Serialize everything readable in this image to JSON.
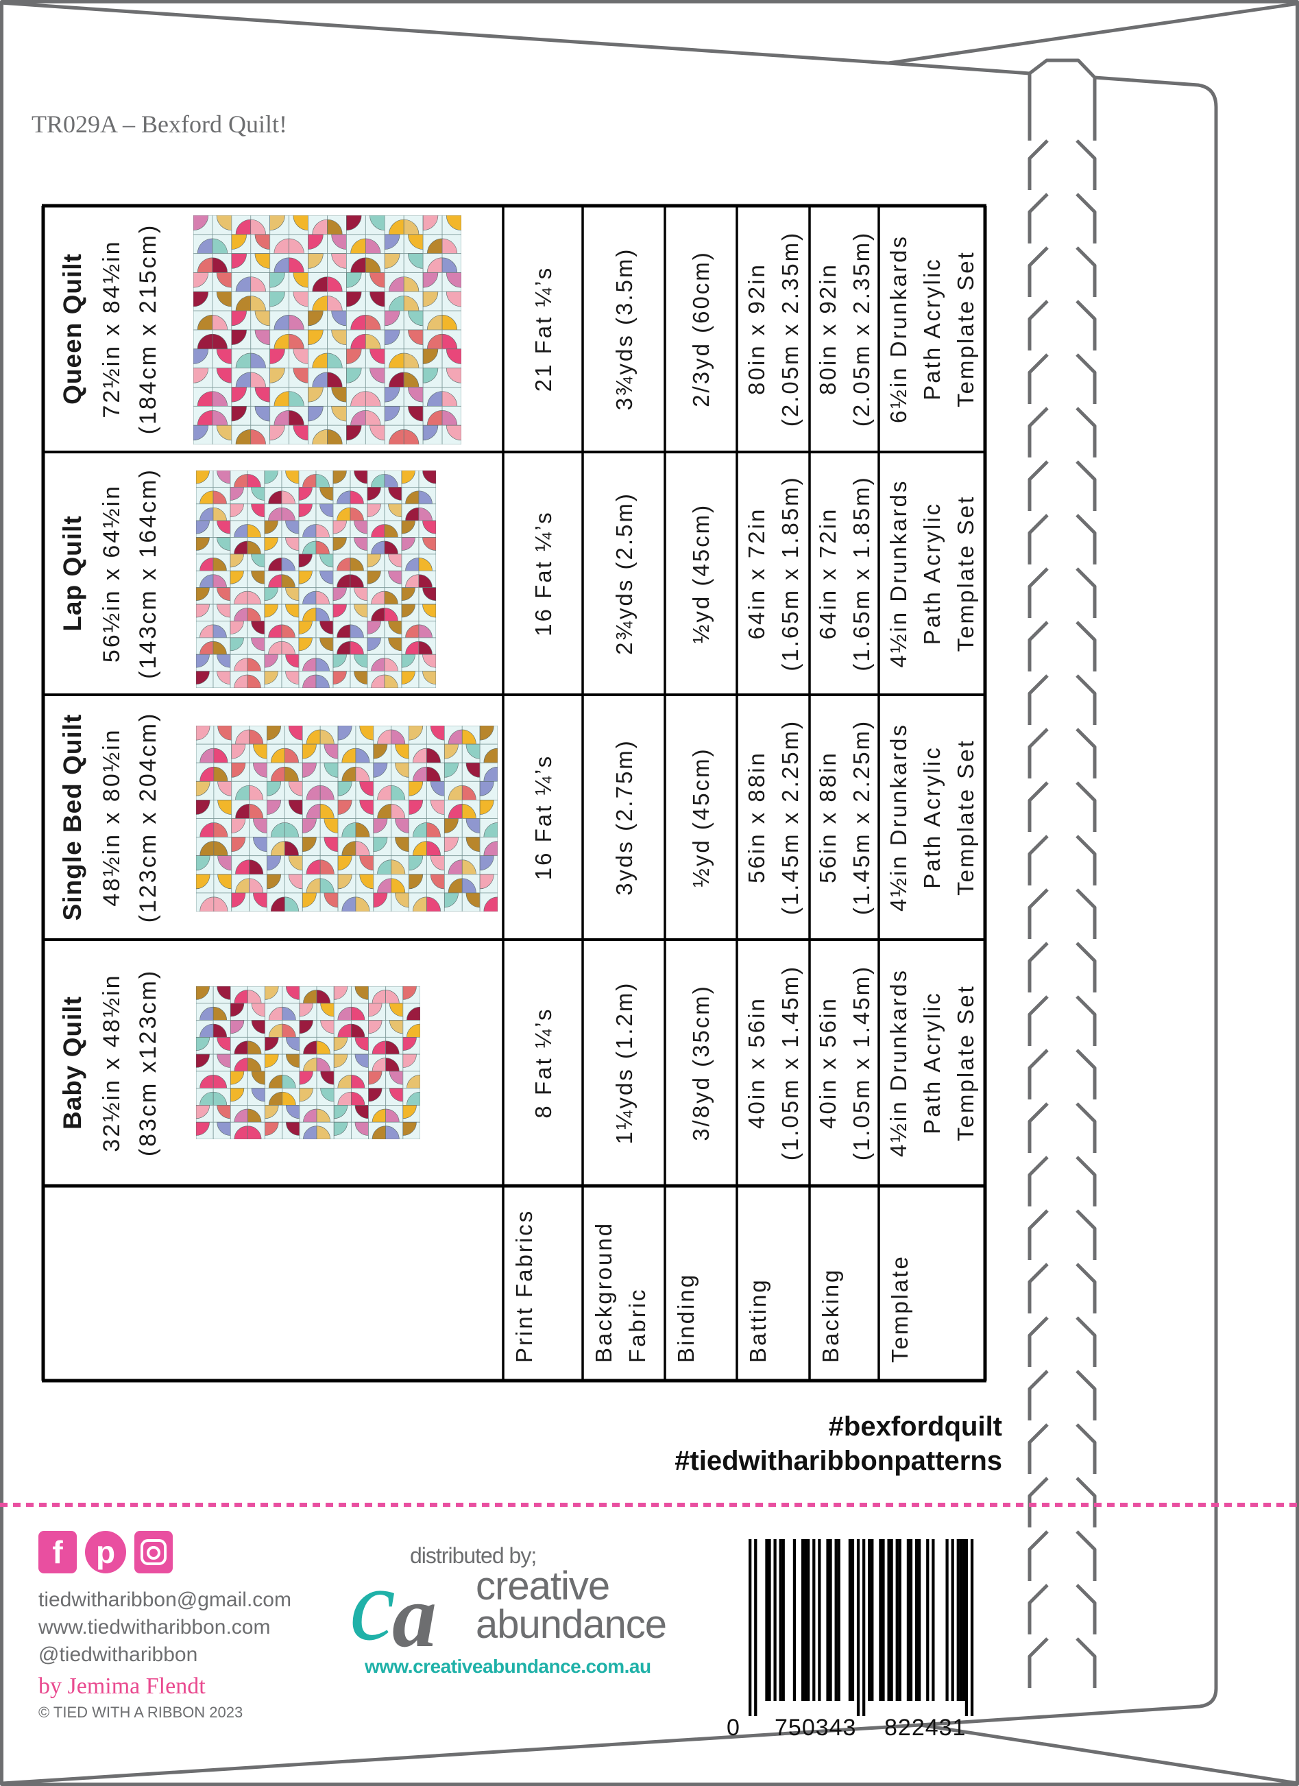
{
  "document": {
    "title": "TR029A – Bexford Quilt!"
  },
  "table": {
    "row_labels": [
      "Print Fabrics",
      "Background Fabric",
      "Binding",
      "Batting",
      "Backing",
      "Template"
    ],
    "quilts": [
      {
        "name": "Queen Quilt",
        "size_in": "72½in x 84½in",
        "size_cm": "(184cm x 215cm)",
        "print_fabrics": "21 Fat ¼’s",
        "background_fabric": "3¾yds (3.5m)",
        "binding": "2/3yd (60cm)",
        "batting": [
          "80in x 92in",
          "(2.05m x 2.35m)"
        ],
        "backing": [
          "80in x 92in",
          "(2.05m x 2.35m)"
        ],
        "template": [
          "6½in Drunkards",
          "Path Acrylic",
          "Template Set"
        ]
      },
      {
        "name": "Lap Quilt",
        "size_in": "56½in x 64½in",
        "size_cm": "(143cm x 164cm)",
        "print_fabrics": "16 Fat ¼’s",
        "background_fabric": "2¾yds (2.5m)",
        "binding": "½yd (45cm)",
        "batting": [
          "64in x 72in",
          "(1.65m x 1.85m)"
        ],
        "backing": [
          "64in x 72in",
          "(1.65m x 1.85m)"
        ],
        "template": [
          "4½in Drunkards",
          "Path Acrylic",
          "Template Set"
        ]
      },
      {
        "name": "Single Bed Quilt",
        "size_in": "48½in x 80½in",
        "size_cm": "(123cm x 204cm)",
        "print_fabrics": "16 Fat ¼’s",
        "background_fabric": "3yds (2.75m)",
        "binding": "½yd (45cm)",
        "batting": [
          "56in x 88in",
          "(1.45m x 2.25m)"
        ],
        "backing": [
          "56in x 88in",
          "(1.45m x 2.25m)"
        ],
        "template": [
          "4½in Drunkards",
          "Path Acrylic",
          "Template Set"
        ]
      },
      {
        "name": "Baby Quilt",
        "size_in": "32½in x 48½in",
        "size_cm": "(83cm x123cm)",
        "print_fabrics": "8 Fat ¼’s",
        "background_fabric": "1¼yds (1.2m)",
        "binding": "3/8yd (35cm)",
        "batting": [
          "40in x 56in",
          "(1.05m x 1.45m)"
        ],
        "backing": [
          "40in x 56in",
          "(1.05m x 1.45m)"
        ],
        "template": [
          "4½in Drunkards",
          "Path Acrylic",
          "Template Set"
        ]
      }
    ],
    "quilt_palette": [
      "#e8477a",
      "#f2b62a",
      "#8fcfc4",
      "#f3a6b5",
      "#8f97cf",
      "#b8862c",
      "#9b1b3f",
      "#e36f6f",
      "#d67fb0",
      "#e8c26e"
    ],
    "quilt_background": "#e6f5f5"
  },
  "hashtags": [
    "#bexfordquilt",
    "#tiedwitharibbonpatterns"
  ],
  "footer": {
    "social_icons": [
      "facebook-icon",
      "pinterest-icon",
      "instagram-icon"
    ],
    "email": "tiedwitharibbon@gmail.com",
    "website": "www.tiedwitharibbon.com",
    "handle": "@tiedwitharibbon",
    "byline": "by Jemima Flendt",
    "copyright": "© TIED WITH A RIBBON 2023",
    "distributor": {
      "intro": "distributed by;",
      "logo_mark": "ca",
      "name_line1": "creative",
      "name_line2": "abundance",
      "url": "www.creativeabundance.com.au"
    },
    "barcode": {
      "lead": "0",
      "left": "750343",
      "right": "822431"
    }
  },
  "colors": {
    "accent_pink": "#e94fa0",
    "teal": "#1fb1a8",
    "frame_gray": "#6d6e70"
  }
}
